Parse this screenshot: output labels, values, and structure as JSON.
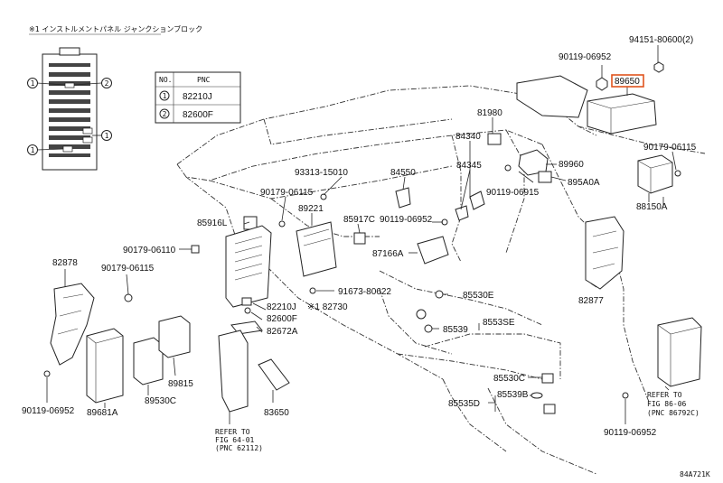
{
  "header": {
    "note": "※1 インストルメントパネル ジャンクションブロック"
  },
  "pnc_table": {
    "col_no": "NO.",
    "col_pnc": "PNC",
    "rows": [
      {
        "no": "1",
        "pnc": "82210J"
      },
      {
        "no": "2",
        "pnc": "82600F"
      }
    ]
  },
  "jb_markers": [
    "1",
    "2",
    "1",
    "1"
  ],
  "parts": {
    "p94151": "94151-80600(2)",
    "p90119a": "90119-06952",
    "p89650": "89650",
    "p90179a": "90179-06115",
    "p81980": "81980",
    "p84340": "84340",
    "p84345": "84345",
    "p89960": "89960",
    "p90119b": "90119-06915",
    "p895a0a": "895A0A",
    "p88150a": "88150A",
    "p93313": "93313-15010",
    "p84550": "84550",
    "p90179b": "90179-06115",
    "p89221": "89221",
    "p85917c": "85917C",
    "p90119c": "90119-06952",
    "p85916l": "85916L",
    "p90179c": "90179-06110",
    "p87166a": "87166A",
    "p82878": "82878",
    "p90179d": "90179-06115",
    "p91673": "91673-80622",
    "p82210j": "82210J",
    "p82600f": "82600F",
    "p82730": "※1 82730",
    "p82672a": "82672A",
    "p85530e": "85530E",
    "p85539": "85539",
    "p85535e": "8553SE",
    "p82877": "82877",
    "p89815": "89815",
    "p89530c": "89530C",
    "p89681a": "89681A",
    "p83650": "83650",
    "p85530c": "85530C",
    "p85539b": "85539B",
    "p85535d": "85535D",
    "p90119d": "90119-06952",
    "p90119e": "90119-06952"
  },
  "refs": {
    "left": {
      "l1": "REFER TO",
      "l2": "FIG 64-01",
      "l3": "(PNC 62112)"
    },
    "right": {
      "l1": "REFER TO",
      "l2": "FIG 86-06",
      "l3": "(PNC 86792C)"
    }
  },
  "footer": {
    "code": "84A721K"
  },
  "colors": {
    "highlight": "#e0541e",
    "line": "#222222"
  }
}
